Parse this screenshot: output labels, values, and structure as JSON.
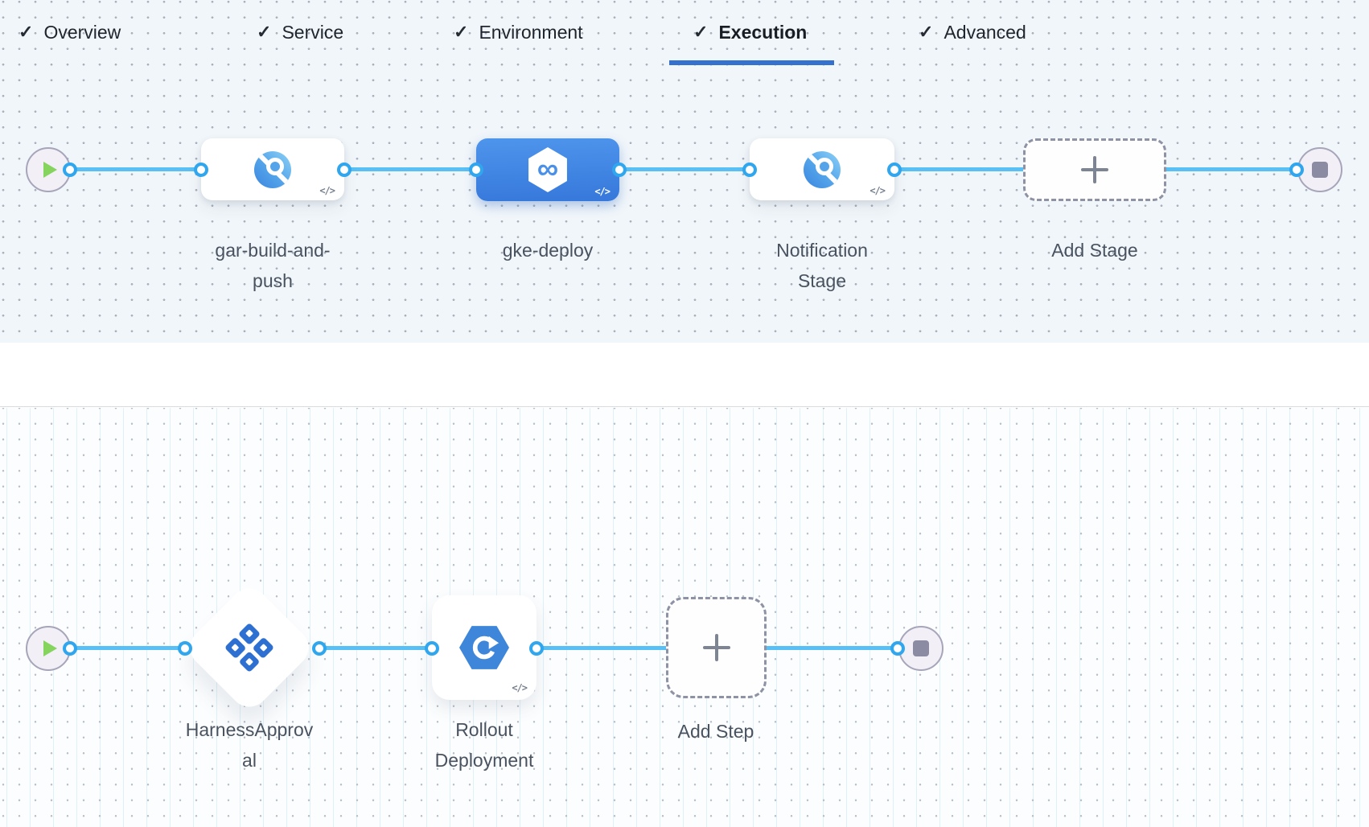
{
  "glyphs": {
    "check": "✓",
    "infinity": "∞",
    "yaml": "</>"
  },
  "colors": {
    "edge_blue": "#58c0f4",
    "port_border_blue": "#2fa6ee",
    "selected_stage_blue": "#3f82e2",
    "tab_underline_blue": "#3470cd",
    "play_green": "#85d45e",
    "stop_gray": "#8c8ba4",
    "approval_icon_blue": "#2e6fd2",
    "rollout_icon_blue": "#3d86da",
    "canvas_top_bg": "#f1f6fa",
    "canvas_bottom_bg": "#fbfdfe"
  },
  "stage_pipeline": {
    "stages": [
      {
        "name": "gar-build-and-push",
        "label": "gar-build-and-\npush",
        "icon": "build-stage-icon",
        "selected": false
      },
      {
        "name": "gke-deploy",
        "label": "gke-deploy",
        "icon": "cd-hexagon-icon",
        "selected": true
      },
      {
        "name": "Notification Stage",
        "label": "Notification\nStage",
        "icon": "build-stage-icon",
        "selected": false
      }
    ],
    "add_stage": {
      "label": "Add Stage"
    }
  },
  "tab_bar": {
    "tabs": [
      {
        "label": "Overview",
        "checked": true,
        "active": false
      },
      {
        "label": "Service",
        "checked": true,
        "active": false
      },
      {
        "label": "Environment",
        "checked": true,
        "active": false
      },
      {
        "label": "Execution",
        "checked": true,
        "active": true
      },
      {
        "label": "Advanced",
        "checked": true,
        "active": false
      }
    ]
  },
  "execution_graph": {
    "steps": [
      {
        "name": "HarnessApproval",
        "label": "HarnessApprov\nal",
        "shape": "diamond",
        "icon": "approval-step-icon"
      },
      {
        "name": "Rollout Deployment",
        "label": "Rollout\nDeployment",
        "shape": "card",
        "icon": "rollout-deployment-icon"
      }
    ],
    "add_step": {
      "label": "Add Step"
    }
  }
}
